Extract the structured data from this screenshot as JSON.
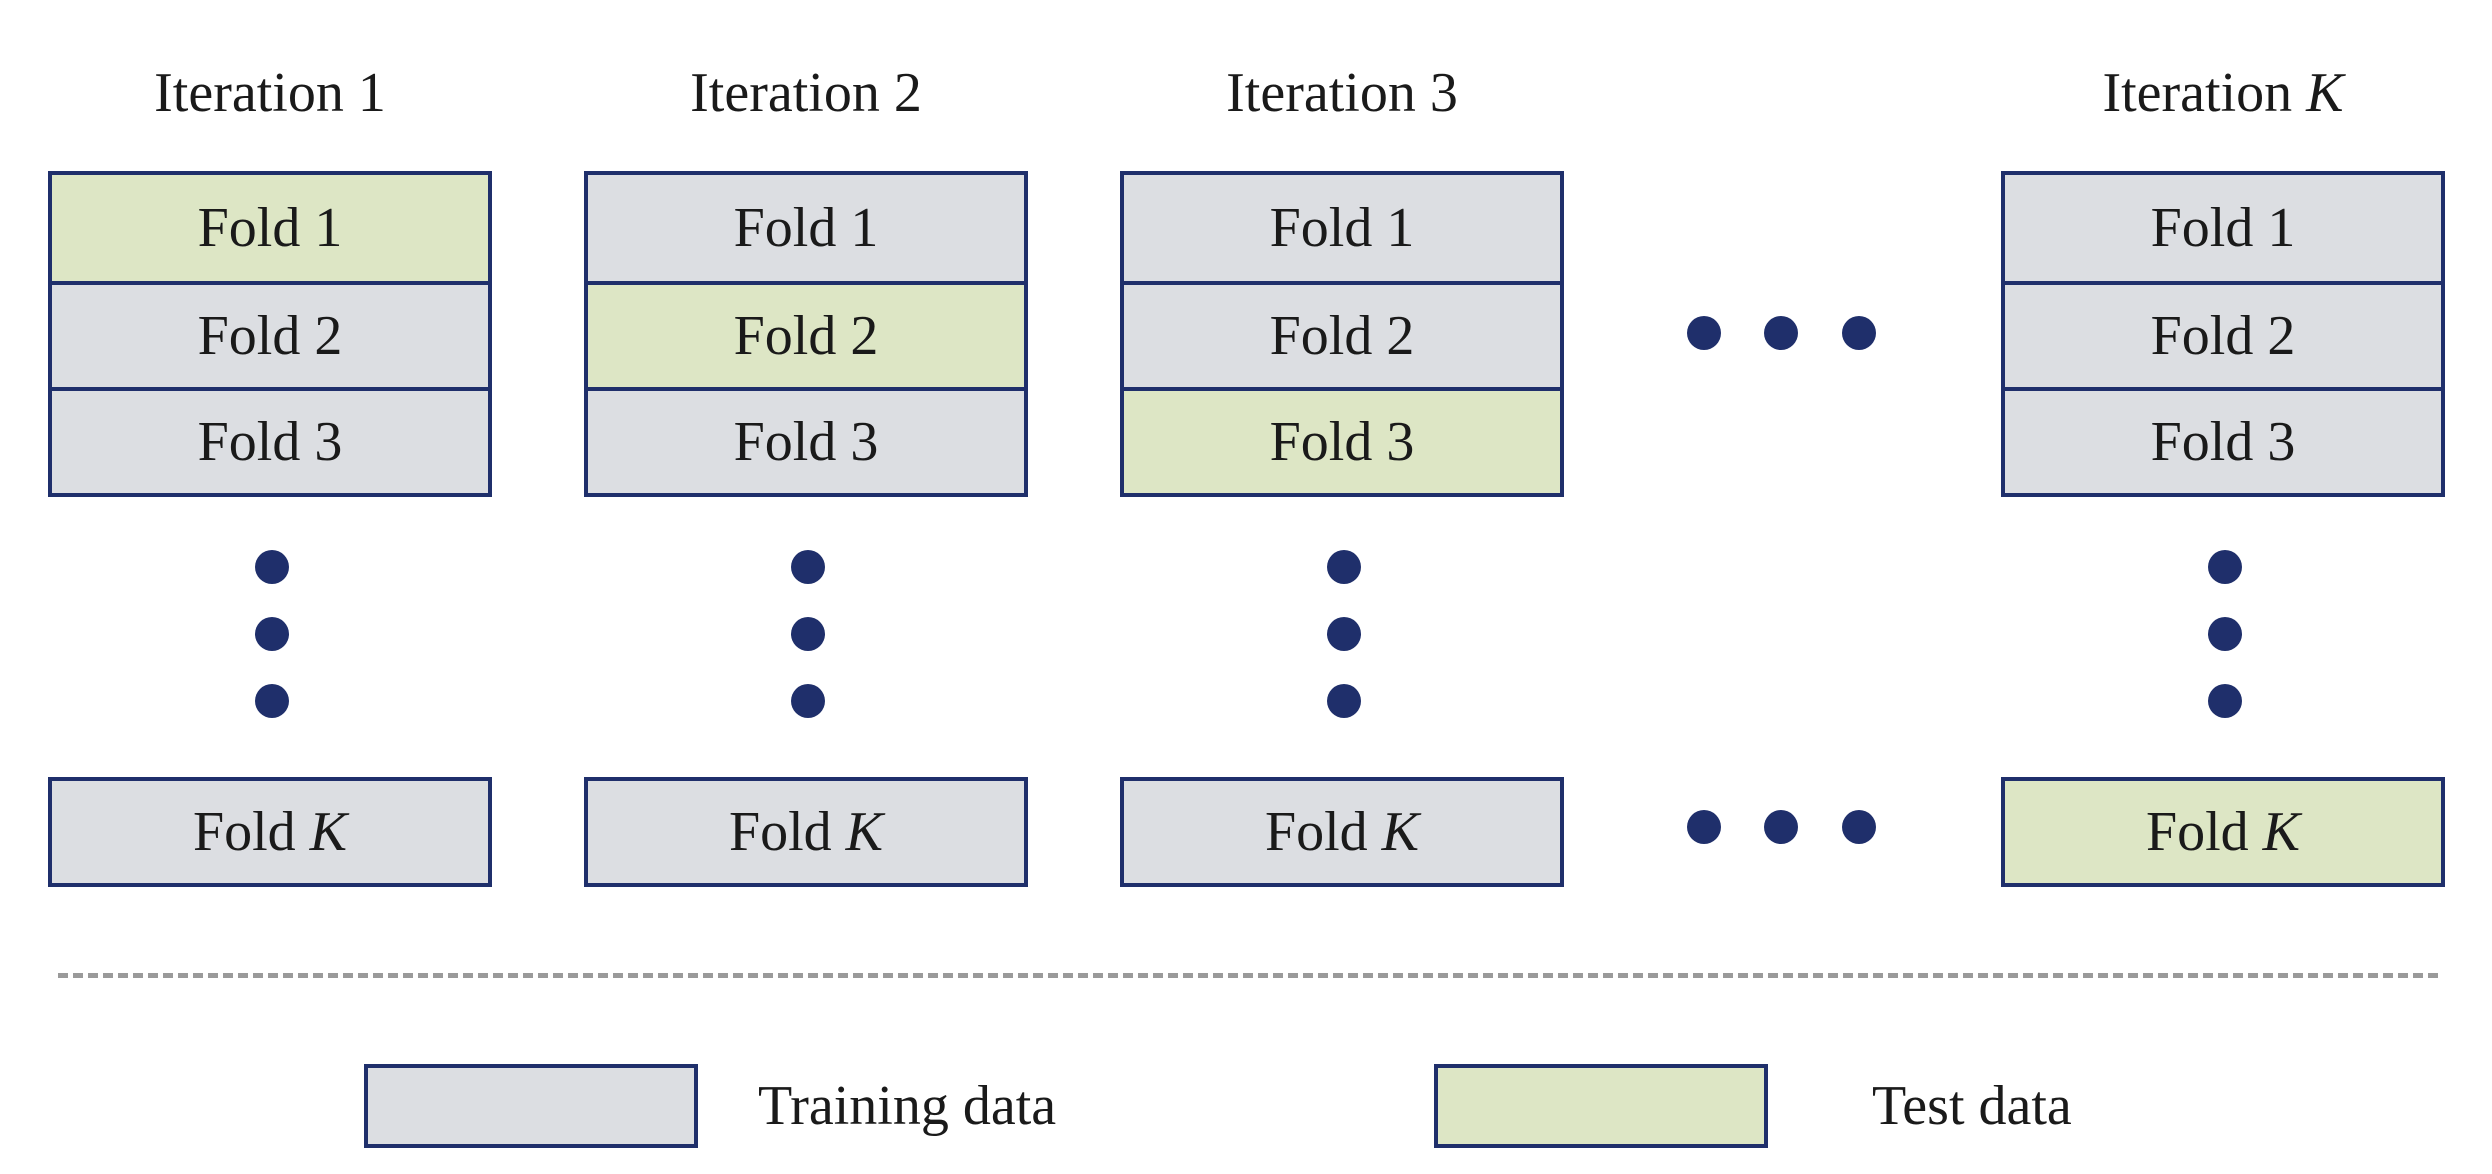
{
  "iterations": [
    {
      "title": "Iteration 1",
      "title_k": "",
      "folds": [
        "Fold 1",
        "Fold 2",
        "Fold 3"
      ],
      "fold_k": "Fold",
      "fold_k_var": "K"
    },
    {
      "title": "Iteration 2",
      "title_k": "",
      "folds": [
        "Fold 1",
        "Fold 2",
        "Fold 3"
      ],
      "fold_k": "Fold",
      "fold_k_var": "K"
    },
    {
      "title": "Iteration 3",
      "title_k": "",
      "folds": [
        "Fold 1",
        "Fold 2",
        "Fold 3"
      ],
      "fold_k": "Fold",
      "fold_k_var": "K"
    },
    {
      "title": "Iteration",
      "title_k": "K",
      "folds": [
        "Fold 1",
        "Fold 2",
        "Fold 3"
      ],
      "fold_k": "Fold",
      "fold_k_var": "K"
    }
  ],
  "test_fold_by_iteration": [
    "Fold 1",
    "Fold 2",
    "Fold 3",
    "Fold K"
  ],
  "legend": {
    "training_label": "Training data",
    "test_label": "Test data"
  },
  "colors": {
    "training": "#dcdee2",
    "test": "#dde6c5",
    "border": "#1f2f6b",
    "divider": "#9a9a9a"
  }
}
